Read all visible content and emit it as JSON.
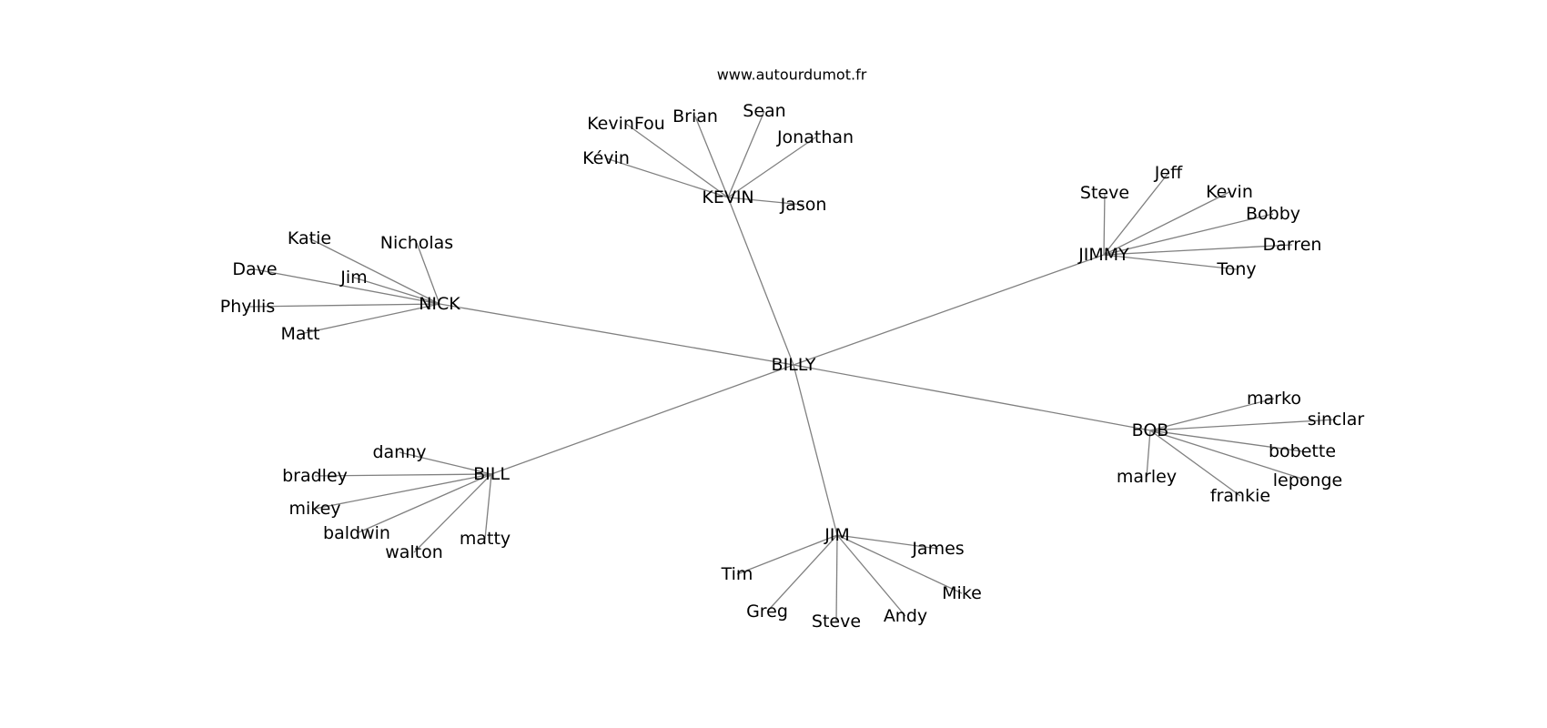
{
  "source_text": "www.autourdumot.fr",
  "center": "BILLY",
  "groups": [
    {
      "hub": "KEVIN",
      "leaves": [
        "KevinFou",
        "Brian",
        "Sean",
        "Jonathan",
        "Kévin",
        "Jason"
      ]
    },
    {
      "hub": "JIMMY",
      "leaves": [
        "Steve",
        "Jeff",
        "Kevin",
        "Bobby",
        "Darren",
        "Tony"
      ]
    },
    {
      "hub": "NICK",
      "leaves": [
        "Katie",
        "Nicholas",
        "Dave",
        "Jim",
        "Phyllis",
        "Matt"
      ]
    },
    {
      "hub": "BOB",
      "leaves": [
        "marko",
        "sinclar",
        "bobette",
        "leponge",
        "frankie",
        "marley"
      ]
    },
    {
      "hub": "BILL",
      "leaves": [
        "danny",
        "bradley",
        "mikey",
        "baldwin",
        "walton",
        "matty"
      ]
    },
    {
      "hub": "JIM",
      "leaves": [
        "James",
        "Mike",
        "Andy",
        "Steve",
        "Greg",
        "Tim"
      ]
    }
  ]
}
